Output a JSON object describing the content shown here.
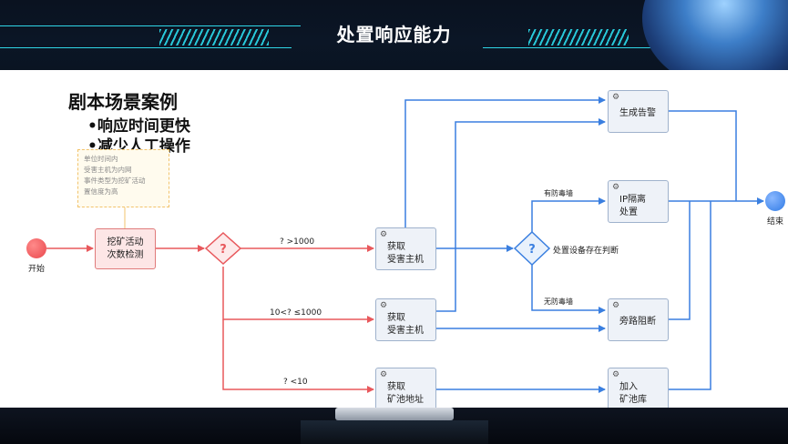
{
  "header": {
    "title": "处置响应能力"
  },
  "intro": {
    "heading": "剧本场景案例",
    "bullets": [
      "•响应时间更快",
      "•减少人工操作"
    ]
  },
  "note": {
    "lines": [
      "单位时间内",
      "受害主机为内网",
      "事件类型为挖矿活动",
      "置信度为高"
    ]
  },
  "diagram": {
    "start_label": "开始",
    "end_label": "结束",
    "detect_node": "挖矿活动\n次数检测",
    "decision_symbol": "?",
    "branches": [
      {
        "condition": "? >1000",
        "target": "获取\n受害主机"
      },
      {
        "condition": "10<? ≤1000",
        "target": "获取\n受害主机"
      },
      {
        "condition": "? <10",
        "target": "获取\n矿池地址"
      }
    ],
    "device_check": "处置设备存在判断",
    "firewall_yes": "有防毒墙",
    "firewall_no": "无防毒墙",
    "actions": {
      "alert": "生成告警",
      "ip_isolate": "IP隔离\n处置",
      "bypass_block": "旁路阻断",
      "add_pool": "加入\n矿池库"
    }
  },
  "colors": {
    "arrow_red": "#e8585c",
    "arrow_blue": "#3a7fe0",
    "start": "#e9474c",
    "end": "#2f7ae5"
  }
}
